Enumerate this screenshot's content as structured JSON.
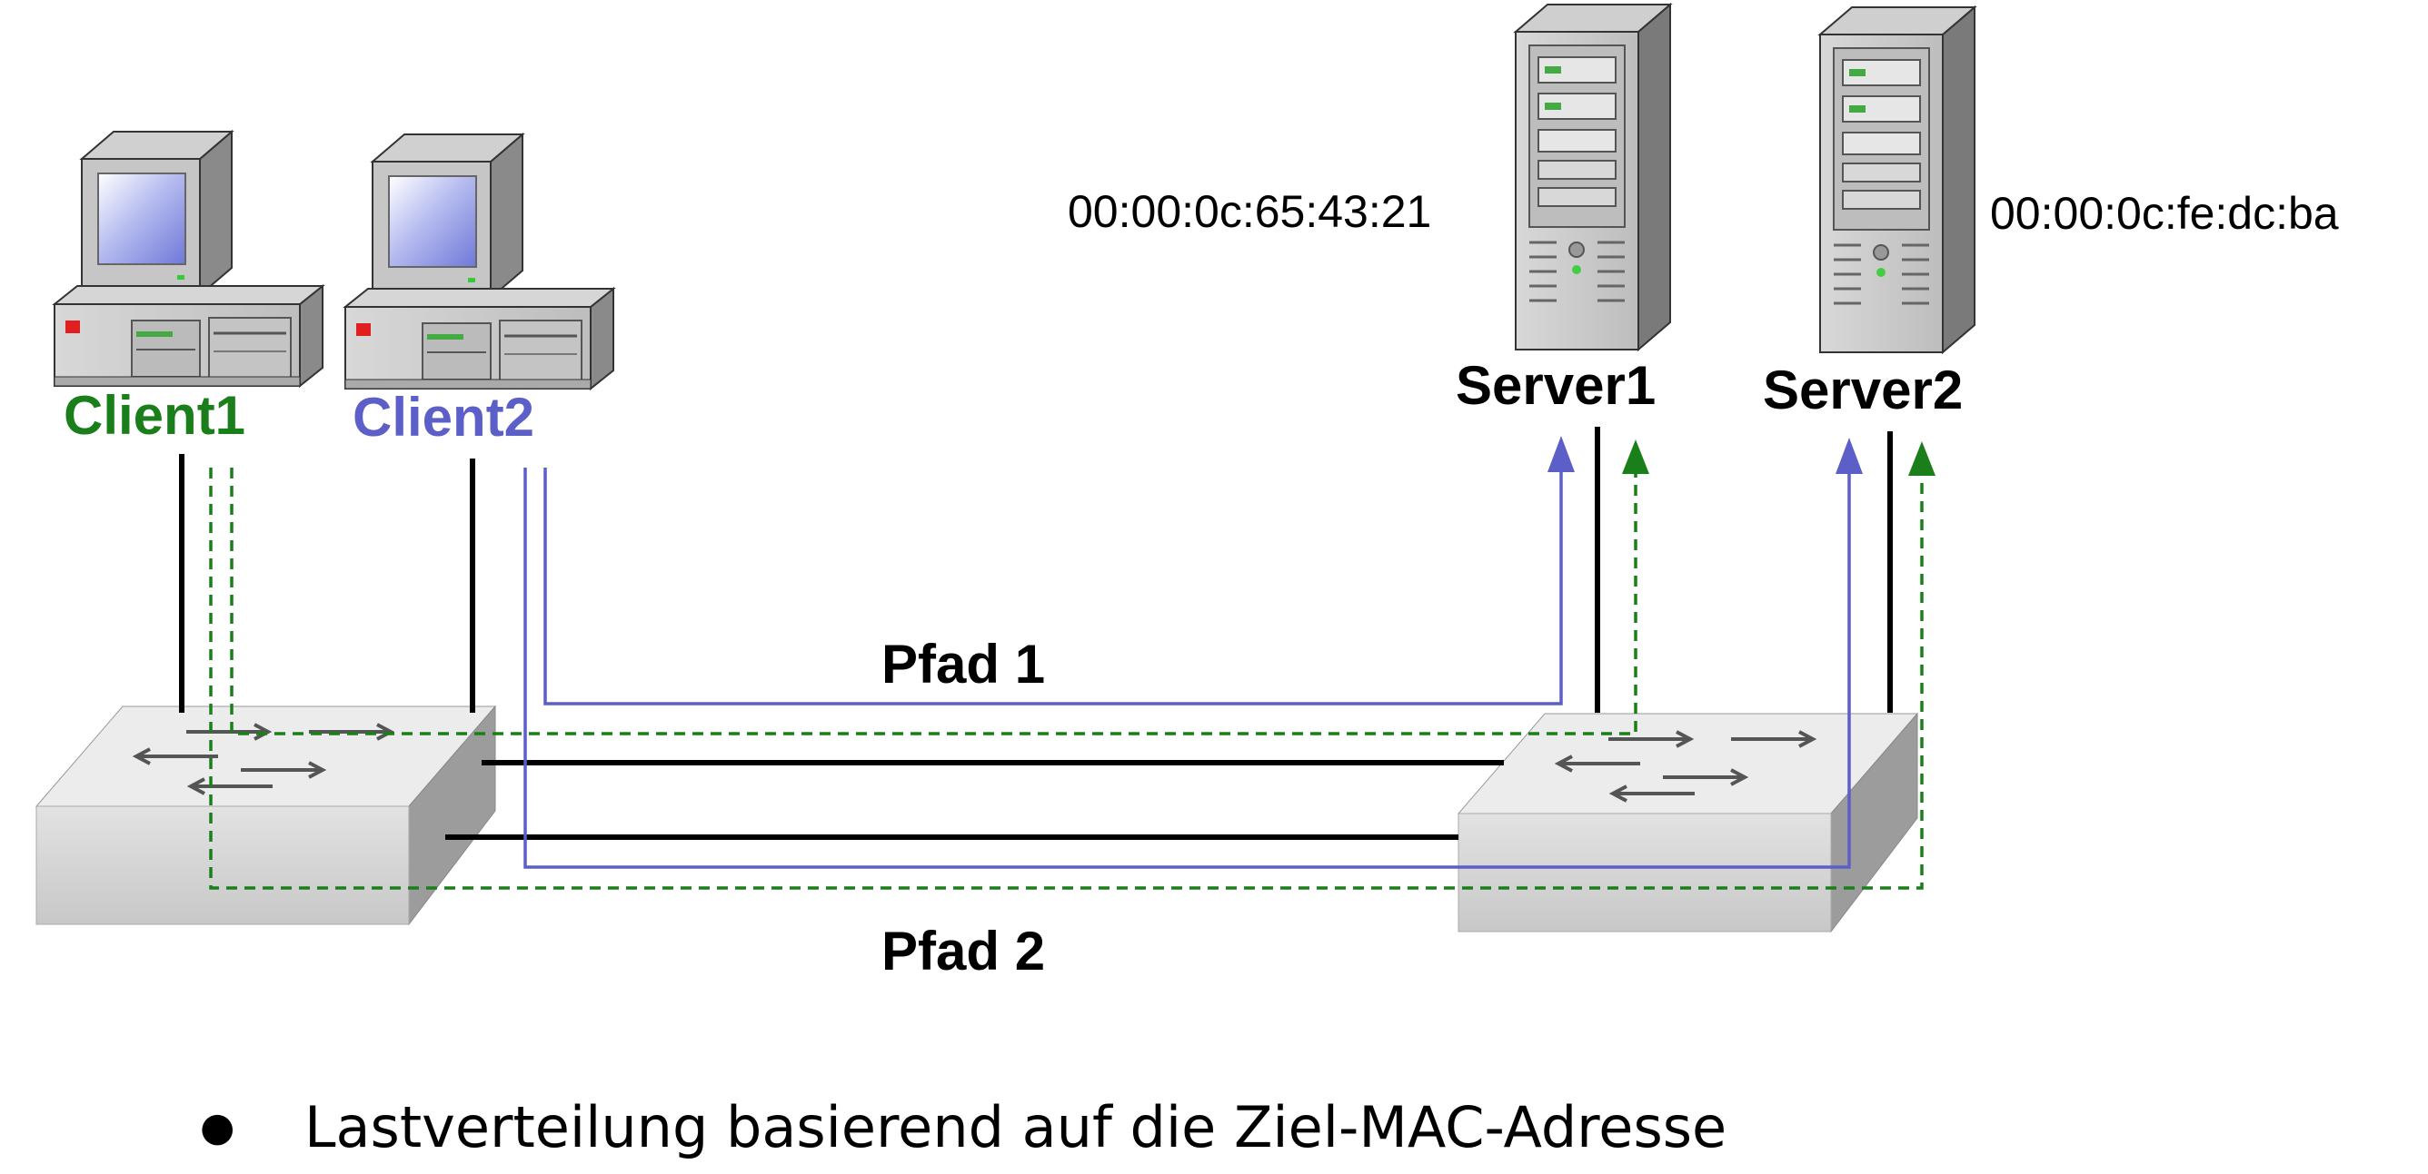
{
  "clients": [
    {
      "label": "Client1",
      "color": "#1a7f1a"
    },
    {
      "label": "Client2",
      "color": "#5b5fc7"
    }
  ],
  "servers": [
    {
      "label": "Server1",
      "mac": "00:00:0c:65:43:21"
    },
    {
      "label": "Server2",
      "mac": "00:00:0c:fe:dc:ba"
    }
  ],
  "paths": {
    "path1": "Pfad 1",
    "path2": "Pfad 2"
  },
  "bullet": "Lastverteilung basierend auf die Ziel-MAC-Adresse",
  "colors": {
    "client1_flow": "#1a7f1a",
    "client2_flow": "#5b5fc7",
    "link": "#000000"
  },
  "icons": [
    "desktop-computer-icon",
    "tower-server-icon",
    "network-switch-icon"
  ]
}
